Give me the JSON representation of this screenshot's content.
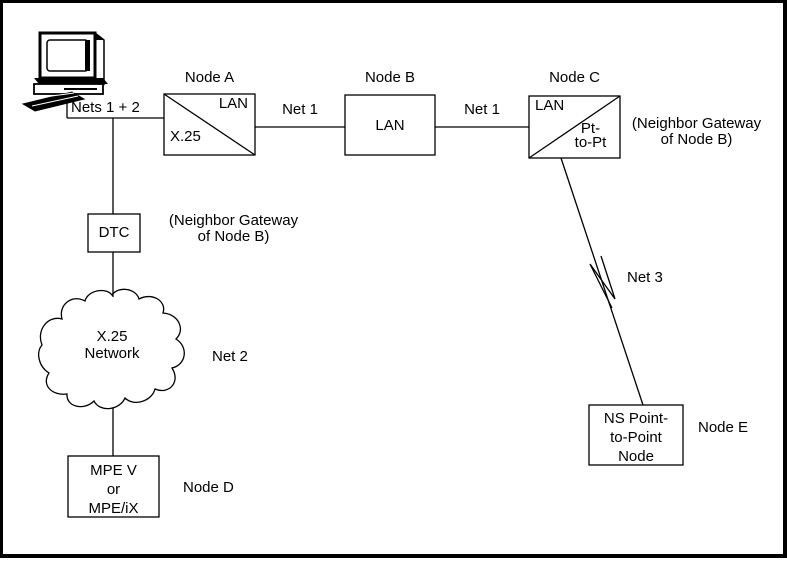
{
  "nodes": {
    "a": {
      "title": "Node A",
      "lan": "LAN",
      "x25": "X.25"
    },
    "b": {
      "title": "Node B",
      "lan": "LAN"
    },
    "c": {
      "title": "Node C",
      "lan": "LAN",
      "pt1": "Pt-",
      "pt2": "to-Pt"
    },
    "c_note": {
      "l1": "(Neighbor Gateway",
      "l2": "of Node B)"
    },
    "dtc": {
      "label": "DTC"
    },
    "dtc_note": {
      "l1": "(Neighbor Gateway",
      "l2": "of Node B)"
    },
    "cloud": {
      "l1": "X.25",
      "l2": "Network"
    },
    "mpe": {
      "l1": "MPE V",
      "l2": "or",
      "l3": "MPE/iX"
    },
    "ns": {
      "l1": "NS Point-",
      "l2": "to-Point",
      "l3": "Node"
    }
  },
  "labels": {
    "nets12": "Nets 1 + 2",
    "net1_left": "Net 1",
    "net1_right": "Net 1",
    "net2": "Net 2",
    "net3": "Net 3",
    "node_d": "Node D",
    "node_e": "Node E"
  },
  "icons": {
    "computer": "desktop-computer-icon",
    "net3_break": "lightning-break-icon"
  },
  "colors": {
    "ink": "#000000",
    "paper": "#ffffff"
  }
}
